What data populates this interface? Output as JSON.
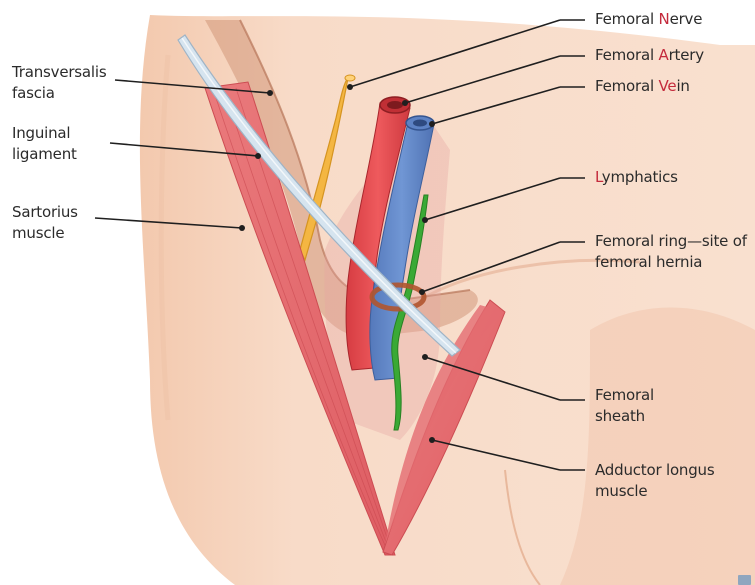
{
  "labels": {
    "transversalis_fascia": {
      "line1": "Transversalis",
      "line2": "fascia"
    },
    "inguinal_ligament": {
      "line1": "Inguinal",
      "line2": "ligament"
    },
    "sartorius_muscle": {
      "line1": "Sartorius",
      "line2": "muscle"
    },
    "femoral_nerve": {
      "pre": "Femoral ",
      "hl": "N",
      "post": "erve"
    },
    "femoral_artery": {
      "pre": "Femoral ",
      "hl": "A",
      "post": "rtery"
    },
    "femoral_vein": {
      "pre": "Femoral ",
      "hl": "Ve",
      "post": "in"
    },
    "lymphatics": {
      "pre": "",
      "hl": "L",
      "post": "ymphatics"
    },
    "femoral_ring": {
      "line1": "Femoral ring—site of",
      "line2": "femoral hernia"
    },
    "femoral_sheath": {
      "line1": "Femoral",
      "line2": "sheath"
    },
    "adductor_longus": {
      "line1": "Adductor longus",
      "line2": "muscle"
    }
  },
  "colors": {
    "skin": "#f7d8c4",
    "skin_shadow": "#efc6ae",
    "fascia": "#c98a6a",
    "muscle": "#e56e72",
    "artery": "#e0474c",
    "vein": "#5f86c9",
    "nerve": "#f4b642",
    "lymphatic": "#3aa935",
    "ligament": "#d6e4ef",
    "highlight_text": "#c42a3c"
  }
}
